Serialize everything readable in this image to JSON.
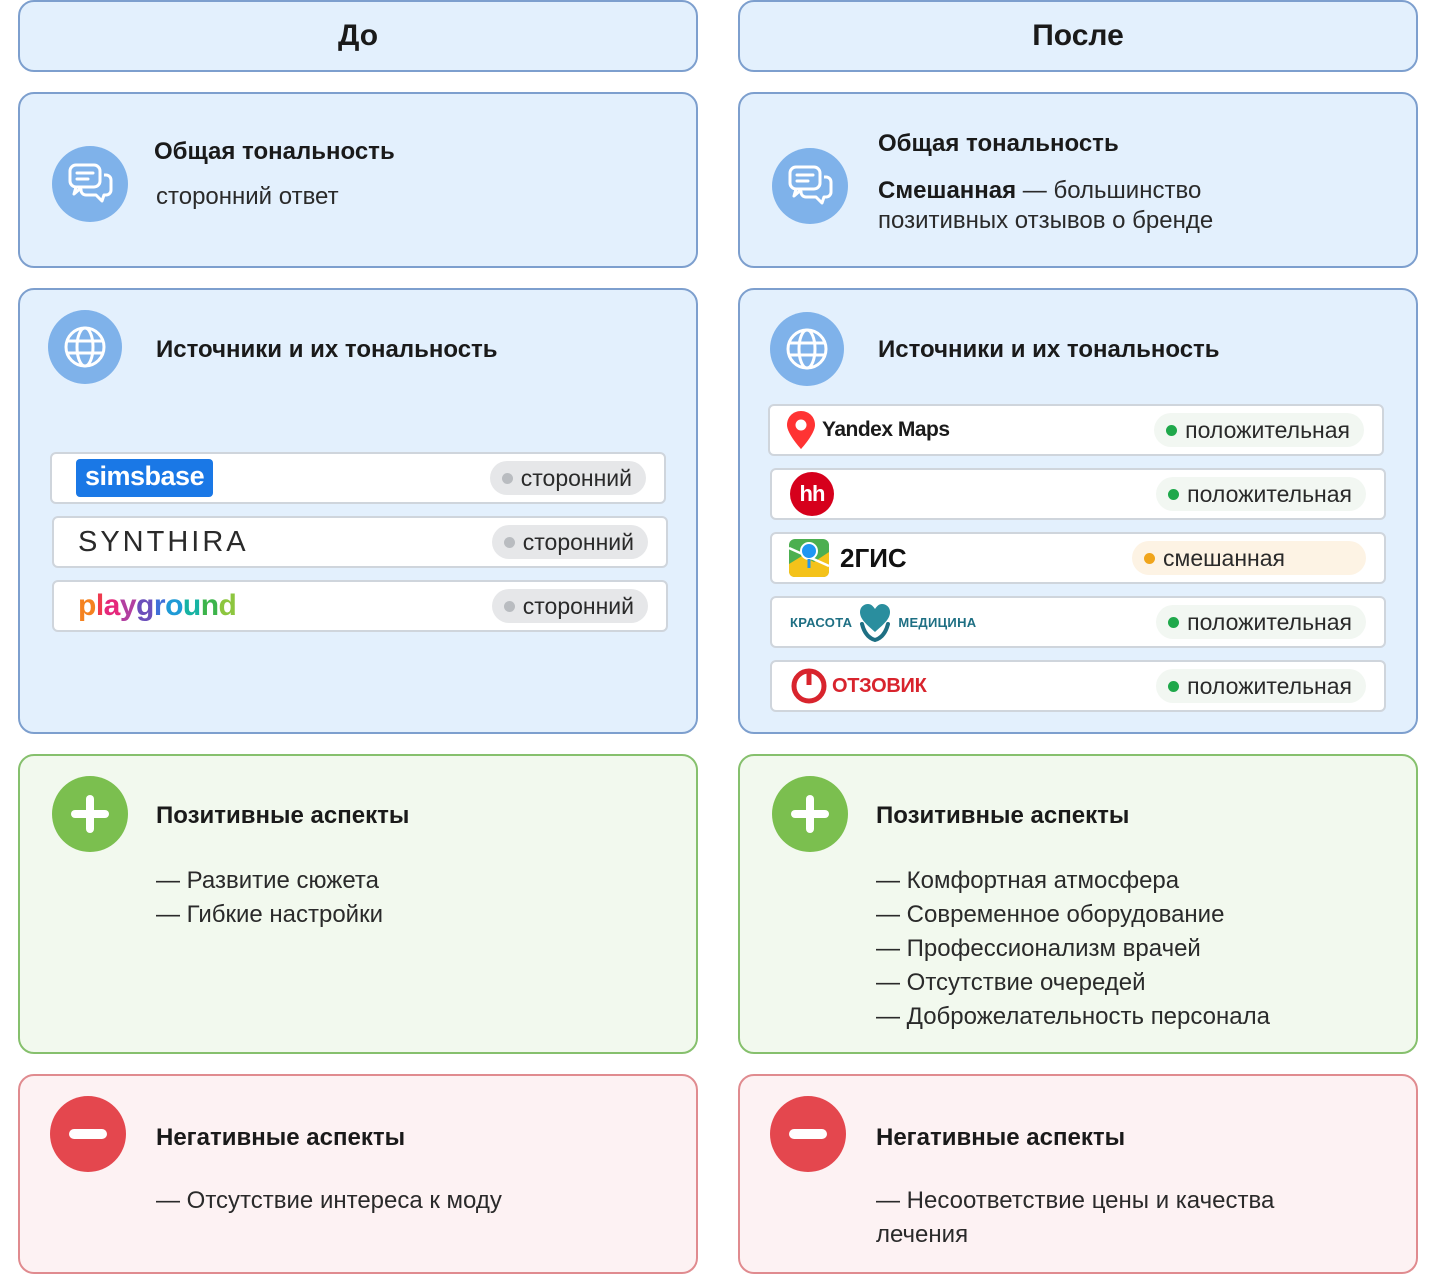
{
  "columns": {
    "before": {
      "header": "До",
      "tone": {
        "title": "Общая тональность",
        "text": "сторонний ответ"
      },
      "sources": {
        "title": "Источники и их тональность",
        "items": [
          {
            "name": "simsbase",
            "tone": "сторонний"
          },
          {
            "name": "SYNTHIRA",
            "tone": "сторонний"
          },
          {
            "name": "playground",
            "tone": "сторонний"
          }
        ]
      },
      "positive": {
        "title": "Позитивные аспекты",
        "items": [
          "— Развитие сюжета",
          "— Гибкие настройки"
        ]
      },
      "negative": {
        "title": "Негативные аспекты",
        "items": [
          "— Отсутствие интереса к моду"
        ]
      }
    },
    "after": {
      "header": "После",
      "tone": {
        "title": "Общая тональность",
        "text_bold": "Смешанная",
        "text_rest": " — большинство позитивных отзывов о бренде"
      },
      "sources": {
        "title": "Источники и их тональность",
        "items": [
          {
            "name": "Yandex Maps",
            "tone": "положительная",
            "kind": "pos"
          },
          {
            "name": "hh",
            "tone": "положительная",
            "kind": "pos"
          },
          {
            "name": "2ГИС",
            "tone": "смешанная",
            "kind": "mix"
          },
          {
            "name_left": "КРАСОТА",
            "name_right": "МЕДИЦИНА",
            "tone": "положительная",
            "kind": "pos"
          },
          {
            "name": "ОТЗОВИК",
            "tone": "положительная",
            "kind": "pos"
          }
        ]
      },
      "positive": {
        "title": "Позитивные аспекты",
        "items": [
          "— Комфортная атмосфера",
          "— Современное оборудование",
          "— Профессионализм врачей",
          "— Отсутствие очередей",
          "— Доброжелательность персонала"
        ]
      },
      "negative": {
        "title": "Негативные аспекты",
        "items": [
          "— Несоответствие цены и качества лечения"
        ]
      }
    }
  },
  "colors": {
    "card_blue_bg": "#e3f0fd",
    "card_blue_border": "#7d9fce",
    "card_green_bg": "#f2f9ee",
    "card_green_border": "#86c06d",
    "card_red_bg": "#fdf2f3",
    "card_red_border": "#e08b8f",
    "positive_dot": "#1fa84b",
    "mixed_dot": "#f0a51c",
    "neutral_dot": "#b9bcc0"
  },
  "icons": {
    "tone": "chat-bubbles-icon",
    "sources": "globe-icon",
    "positive": "plus-icon",
    "negative": "minus-icon"
  }
}
